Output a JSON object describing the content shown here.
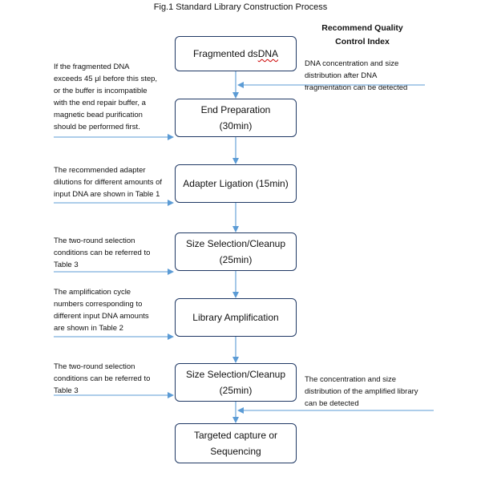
{
  "title": "Fig.1 Standard Library Construction Process",
  "quality_header": [
    "Recommend Quality",
    "Control Index"
  ],
  "steps": [
    {
      "lines": [
        "Fragmented ds",
        "DNA"
      ]
    },
    {
      "lines": [
        "End Preparation",
        "(30min)"
      ]
    },
    {
      "lines": [
        "Adapter Ligation (15min)"
      ]
    },
    {
      "lines": [
        "Size Selection/Cleanup",
        "(25min)"
      ]
    },
    {
      "lines": [
        "Library Amplification"
      ]
    },
    {
      "lines": [
        "Size Selection/Cleanup",
        "(25min)"
      ]
    },
    {
      "lines": [
        "Targeted capture or",
        "Sequencing"
      ]
    }
  ],
  "left_notes": [
    {
      "lines": [
        "If the fragmented DNA",
        "exceeds 45 μl before this step,",
        "or the buffer is incompatible",
        "with the end repair buffer, a",
        "magnetic bead purification",
        "should be performed first."
      ]
    },
    {
      "lines": [
        "The recommended adapter",
        "dilutions for different amounts of",
        "input DNA are shown in Table 1"
      ]
    },
    {
      "lines": [
        "The two-round selection",
        "conditions can be referred to",
        "Table 3"
      ]
    },
    {
      "lines": [
        "The amplification cycle",
        "numbers corresponding to",
        "different input DNA amounts",
        "are shown in Table 2"
      ]
    },
    {
      "lines": [
        "The two-round selection",
        "conditions can be referred to",
        "Table 3"
      ]
    }
  ],
  "right_notes": [
    {
      "lines": [
        "DNA concentration and size",
        "distribution after DNA",
        "fragmentation can be detected"
      ]
    },
    {
      "lines": [
        "The concentration and size",
        "distribution of the amplified library",
        "can be detected"
      ]
    }
  ]
}
